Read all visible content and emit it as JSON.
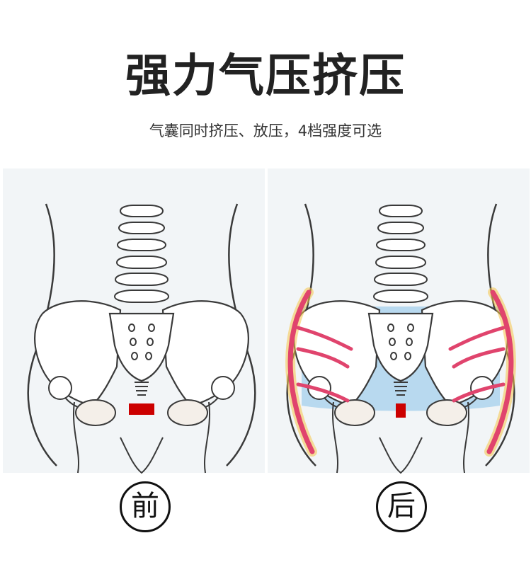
{
  "title": "强力气压挤压",
  "subtitle": "气囊同时挤压、放压，4档强度可选",
  "labels": {
    "before": "前",
    "after": "后"
  },
  "colors": {
    "title": "#222222",
    "airbag_fill": "#a9d2ec",
    "pressure_band": "#e0446d",
    "pressure_glow": "#f6c54a",
    "pelvis_marker": "#cc0000",
    "bone_line": "#3a3a3a"
  },
  "icons": [
    "pelvis-skeleton-icon",
    "airbag-pressure-icon"
  ]
}
